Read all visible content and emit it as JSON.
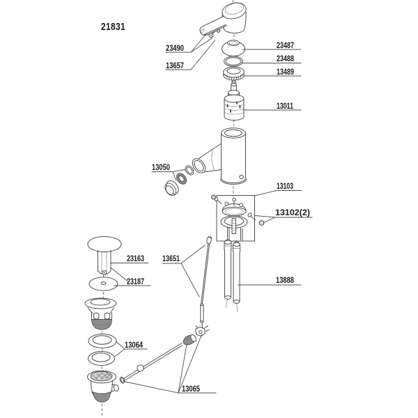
{
  "diagram": {
    "model_number": "21831",
    "colors": {
      "line": "#4d4d4d",
      "text": "#1b1b1b",
      "dark_fill": "#8d8d8d",
      "background": "#ffffff"
    },
    "callouts": [
      {
        "text": "23490"
      },
      {
        "text": "13657"
      },
      {
        "text": "23487"
      },
      {
        "text": "23488"
      },
      {
        "text": "13489"
      },
      {
        "text": "13011"
      },
      {
        "text": "13050"
      },
      {
        "text": "13103"
      },
      {
        "text": "13102(2)"
      },
      {
        "text": "23163"
      },
      {
        "text": "23187"
      },
      {
        "text": "13651"
      },
      {
        "text": "13888"
      },
      {
        "text": "13064"
      },
      {
        "text": "13065"
      }
    ]
  }
}
